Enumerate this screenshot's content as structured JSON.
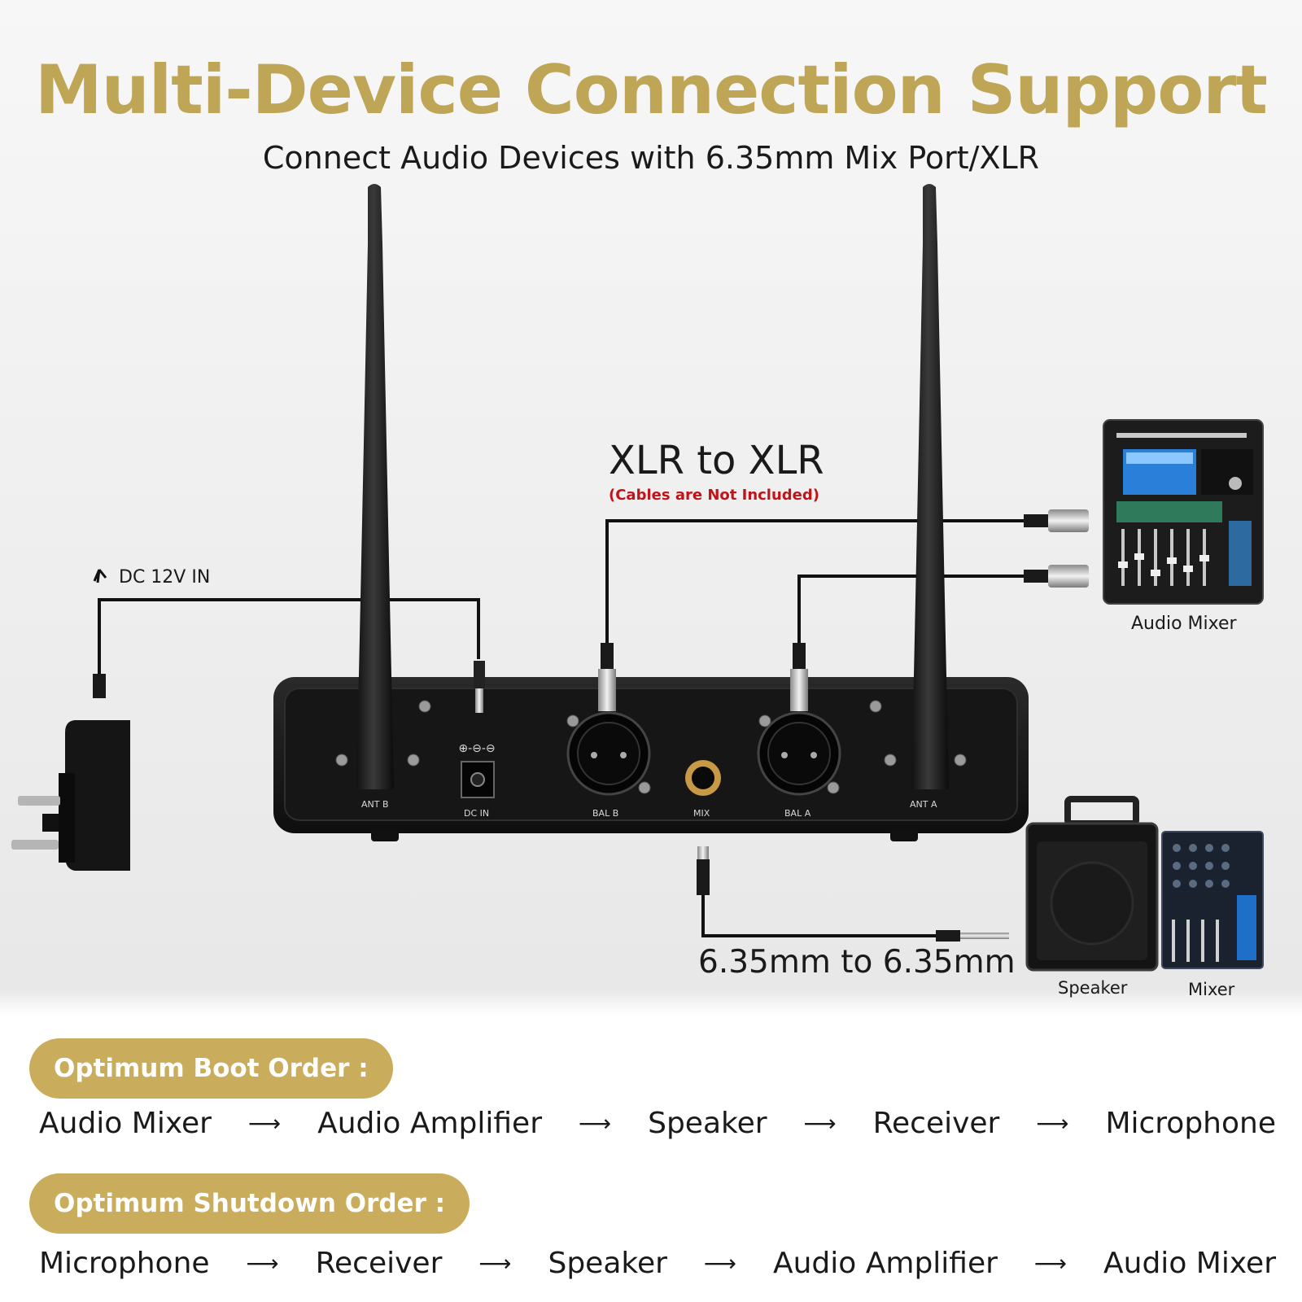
{
  "header": {
    "title": "Multi-Device Connection Support",
    "subtitle": "Connect Audio Devices with 6.35mm Mix Port/XLR"
  },
  "diagram": {
    "xlr_label": "XLR to XLR",
    "cables_note": "(Cables are Not Included)",
    "dc_label": "DC 12V IN",
    "mix_cable_label": "6.35mm to 6.35mm",
    "panel_ports": {
      "ant_b": "ANT B",
      "dc_in": "DC IN",
      "bal_b": "BAL B",
      "mix": "MIX",
      "bal_a": "BAL A",
      "ant_a": "ANT A"
    },
    "devices": {
      "audio_mixer": "Audio Mixer",
      "speaker": "Speaker",
      "mixer": "Mixer"
    },
    "colors": {
      "title_gold": "#bfa556",
      "pill_gold": "#c9ad5c",
      "note_red": "#c0141a"
    }
  },
  "boot_order": {
    "heading": "Optimum Boot Order :",
    "steps": [
      "Audio Mixer",
      "Audio Amplifier",
      "Speaker",
      "Receiver",
      "Microphone"
    ]
  },
  "shutdown_order": {
    "heading": "Optimum Shutdown Order :",
    "steps": [
      "Microphone",
      "Receiver",
      "Speaker",
      "Audio Amplifier",
      "Audio Mixer"
    ]
  },
  "arrow_glyph": "⟶"
}
